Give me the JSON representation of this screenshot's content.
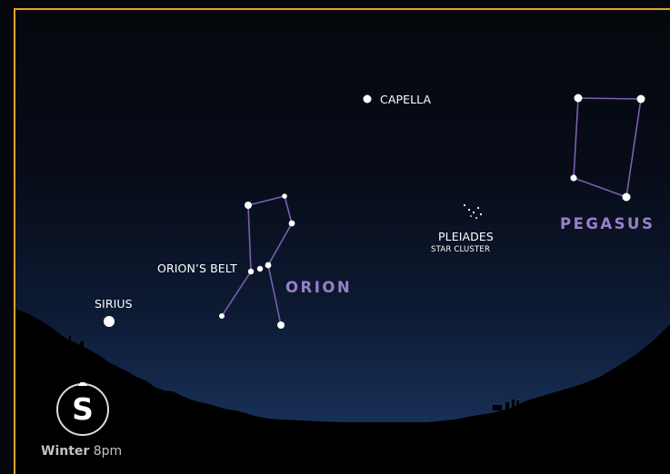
{
  "stars": {
    "capella": "CAPELLA",
    "sirius": "SIRIUS",
    "orions_belt": "ORION’S BELT",
    "pleiades": "PLEIADES",
    "pleiades_sub": "STAR CLUSTER"
  },
  "constellations": {
    "orion": "ORION",
    "pegasus": "PEGASUS"
  },
  "compass": {
    "direction": "S"
  },
  "footer": {
    "season": "Winter",
    "time": "8pm"
  },
  "colors": {
    "frame": "#e2a234",
    "constellation_lines": "#7b5fb0",
    "constellation_labels": "#9a7fc9",
    "sky_top": "#05070c",
    "sky_horizon": "#1c3a66"
  }
}
